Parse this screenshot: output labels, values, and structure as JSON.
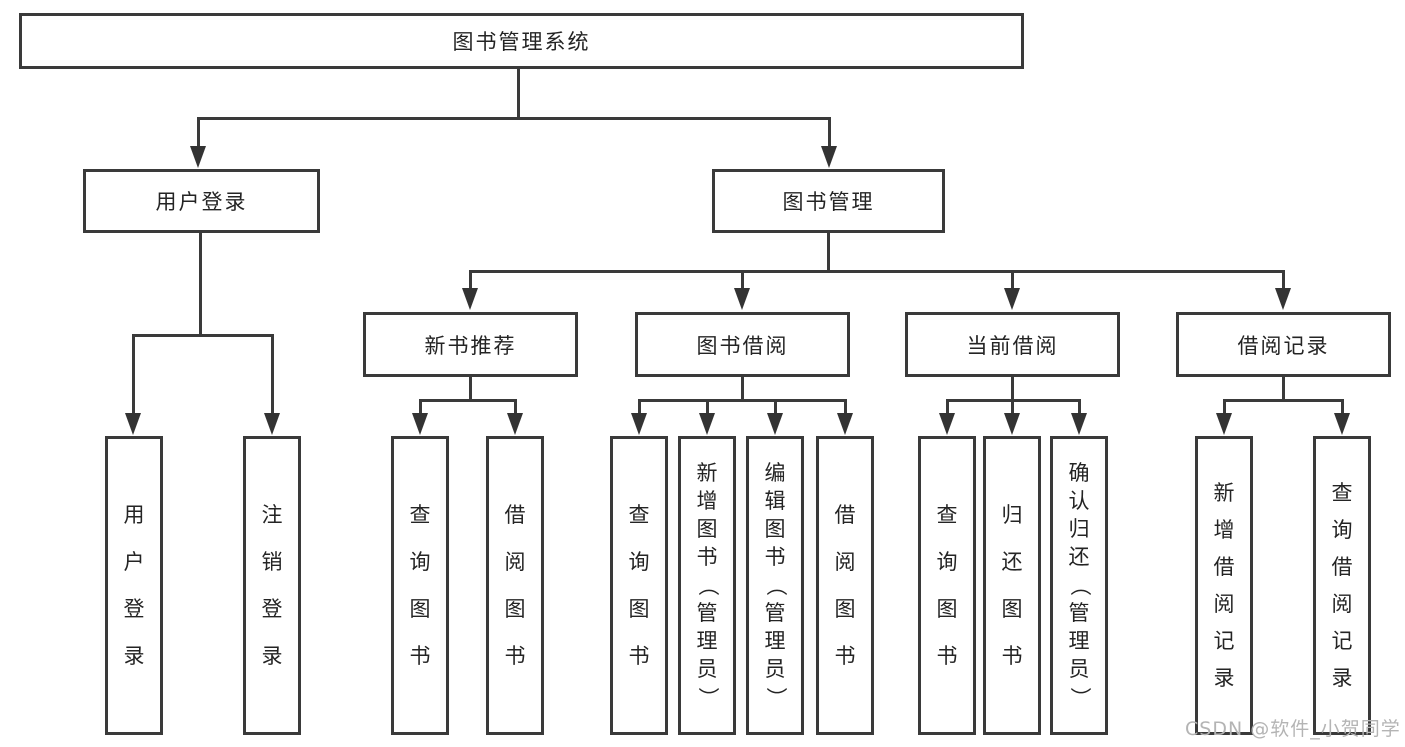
{
  "diagram": {
    "root": {
      "label": "图书管理系统"
    },
    "level2": [
      {
        "label": "用户登录"
      },
      {
        "label": "图书管理"
      }
    ],
    "level3": [
      {
        "label": "新书推荐"
      },
      {
        "label": "图书借阅"
      },
      {
        "label": "当前借阅"
      },
      {
        "label": "借阅记录"
      }
    ],
    "leaves": {
      "user_login": [
        "用户登录",
        "注销登录"
      ],
      "new_book": [
        "查询图书",
        "借阅图书"
      ],
      "borrow": [
        "查询图书",
        "新增图书（管理员）",
        "编辑图书（管理员）",
        "借阅图书"
      ],
      "current": [
        "查询图书",
        "归还图书",
        "确认归还（管理员）"
      ],
      "records": [
        "新增借阅记录",
        "查询借阅记录"
      ]
    }
  },
  "watermark": {
    "text": "CSDN @软件_小贺同学"
  },
  "colors": {
    "line": "#3a3a3a",
    "text": "#242424",
    "watermark": "#b4b4b4",
    "background": "#ffffff"
  }
}
